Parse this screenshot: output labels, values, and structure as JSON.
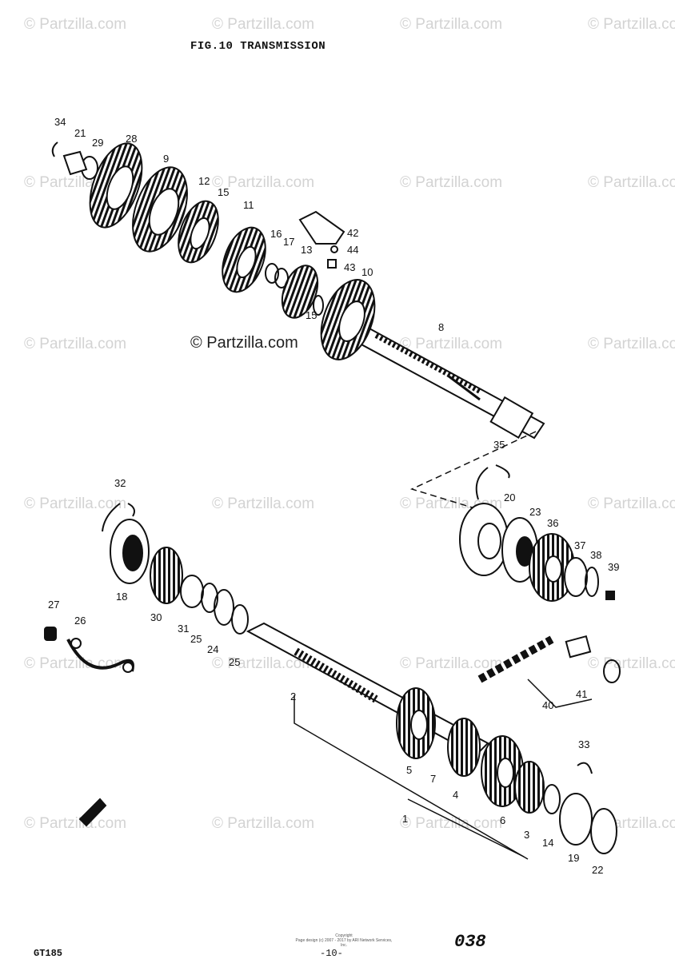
{
  "title": "FIG.10  TRANSMISSION",
  "watermark": "© Partzilla.com",
  "center_watermark": "© Partzilla.com",
  "footer": {
    "model": "GT185",
    "page": "-10-",
    "sheet_number": "038",
    "copyright_line1": "Copyright",
    "copyright_line2": "Page design (c) 2007 - 2017 by ARI Network Services, Inc."
  },
  "callouts": {
    "c1": "1",
    "c2": "2",
    "c3": "3",
    "c4": "4",
    "c5": "5",
    "c6": "6",
    "c7": "7",
    "c8": "8",
    "c9": "9",
    "c10": "10",
    "c11": "11",
    "c12": "12",
    "c13": "13",
    "c14": "14",
    "c15a": "15",
    "c15b": "15",
    "c16": "16",
    "c17": "17",
    "c18": "18",
    "c19": "19",
    "c20": "20",
    "c21": "21",
    "c22": "22",
    "c23": "23",
    "c24": "24",
    "c25a": "25",
    "c25b": "25",
    "c26": "26",
    "c27": "27",
    "c28": "28",
    "c29": "29",
    "c30": "30",
    "c31": "31",
    "c32": "32",
    "c33": "33",
    "c34": "34",
    "c35": "35",
    "c36": "36",
    "c37": "37",
    "c38": "38",
    "c39": "39",
    "c40": "40",
    "c41": "41",
    "c42": "42",
    "c43": "43",
    "c44": "44"
  }
}
